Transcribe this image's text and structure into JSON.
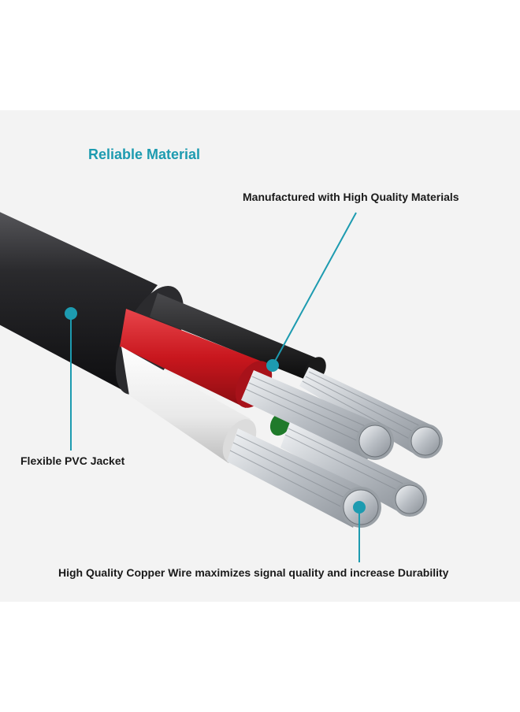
{
  "title": "Reliable Material",
  "callouts": {
    "materials": "Manufactured with High Quality Materials",
    "jacket": "Flexible PVC Jacket",
    "copper": "High Quality Copper Wire maximizes signal quality and increase Durability"
  },
  "colors": {
    "accent": "#1d9bb0",
    "jacket": "#1c1c1e",
    "red_wire": "#c8161d",
    "white_wire": "#eeeeee",
    "black_wire": "#141414",
    "green_wire": "#1f7a2a",
    "strands": "#b9bec4"
  }
}
